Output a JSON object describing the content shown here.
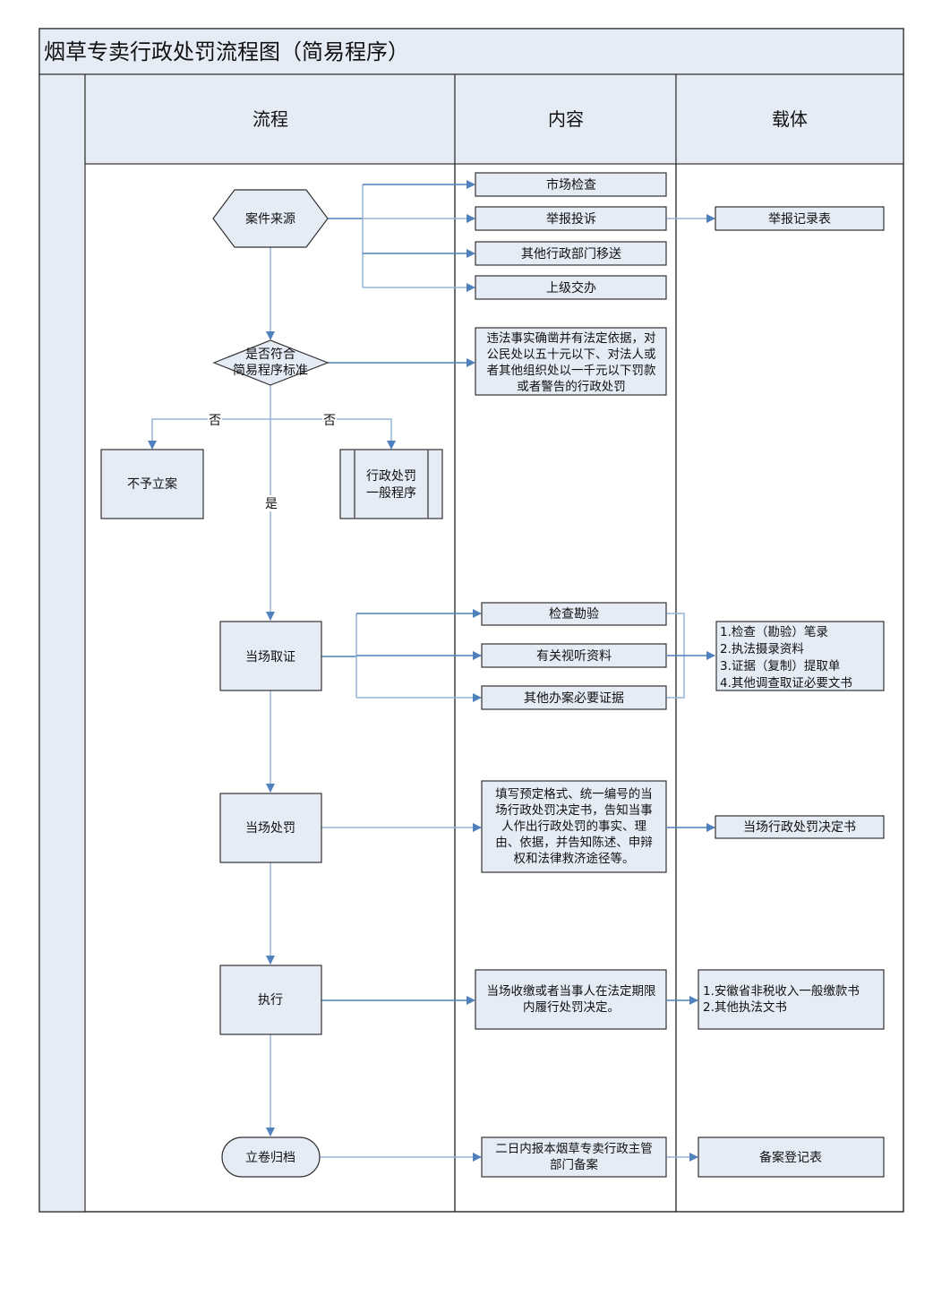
{
  "title": "烟草专卖行政处罚流程图（简易程序）",
  "columns": {
    "process": "流程",
    "content": "内容",
    "carrier": "载体"
  },
  "colors": {
    "fill": "#e5ecf6",
    "connector": "#4f81bd",
    "connector_light": "#95b3d7",
    "border": "#333333"
  },
  "process": {
    "case_source": "案件来源",
    "decision": [
      "是否符合",
      "简易程序标准"
    ],
    "no_case": "不予立案",
    "general_procedure": [
      "行政处罚",
      "一般程序"
    ],
    "evidence": "当场取证",
    "penalty": "当场处罚",
    "execute": "执行",
    "archive": "立卷归档"
  },
  "labels": {
    "no_left": "否",
    "no_right": "否",
    "yes": "是"
  },
  "content": {
    "sources": [
      "市场检查",
      "举报投诉",
      "其他行政部门移送",
      "上级交办"
    ],
    "criteria": [
      "违法事实确凿并有法定依据，对",
      "公民处以五十元以下、对法人或",
      "者其他组织处以一千元以下罚款",
      "或者警告的行政处罚"
    ],
    "evidence_items": [
      "检查勘验",
      "有关视听资料",
      "其他办案必要证据"
    ],
    "penalty_desc": [
      "填写预定格式、统一编号的当",
      "场行政处罚决定书，告知当事",
      "人作出行政处罚的事实、理",
      "由、依据，并告知陈述、申辩",
      "权和法律救济途径等。"
    ],
    "execute_desc": [
      "当场收缴或者当事人在法定期限",
      "内履行处罚决定。"
    ],
    "archive_desc": [
      "二日内报本烟草专卖行政主管",
      "部门备案"
    ]
  },
  "carrier": {
    "report_form": "举报记录表",
    "evidence_docs": [
      "1.检查（勘验）笔录",
      "2.执法摄录资料",
      "3.证据（复制）提取单",
      "4.其他调查取证必要文书"
    ],
    "penalty_doc": "当场行政处罚决定书",
    "execute_docs": [
      "1.安徽省非税收入一般缴款书",
      "2.其他执法文书"
    ],
    "archive_doc": "备案登记表"
  }
}
